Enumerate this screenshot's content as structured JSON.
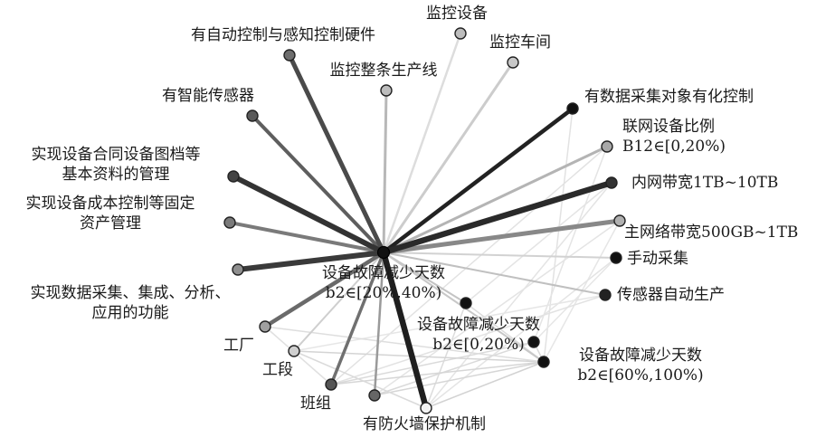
{
  "diagram": {
    "center": {
      "id": "c",
      "label": "",
      "fill": "#111111"
    },
    "nodes": [
      {
        "id": "n1",
        "label": [
          "监控设备"
        ],
        "fill": "#bdbdbd"
      },
      {
        "id": "n2",
        "label": [
          "有自动控制与感知控制硬件"
        ],
        "fill": "#6e6e6e"
      },
      {
        "id": "n3",
        "label": [
          "监控车间"
        ],
        "fill": "#c8c8c8"
      },
      {
        "id": "n4",
        "label": [
          "监控整条生产线"
        ],
        "fill": "#bdbdbd"
      },
      {
        "id": "n5",
        "label": [
          "有智能传感器"
        ],
        "fill": "#5a5a5a"
      },
      {
        "id": "n6",
        "label": [
          "有数据采集对象有化控制"
        ],
        "fill": "#111111"
      },
      {
        "id": "n7",
        "label": [
          "联网设备比例",
          "B12∈[0,20%)"
        ],
        "fill": "#a8a8a8"
      },
      {
        "id": "n8",
        "label": [
          "实现设备合同设备图档等",
          "基本资料的管理"
        ],
        "fill": "#444444"
      },
      {
        "id": "n9",
        "label": [
          "内网带宽1TB~10TB"
        ],
        "fill": "#333333"
      },
      {
        "id": "n10",
        "label": [
          "实现设备成本控制等固定",
          "资产管理"
        ],
        "fill": "#7a7a7a"
      },
      {
        "id": "n11",
        "label": [
          "主网络带宽500GB~1TB"
        ],
        "fill": "#b0b0b0"
      },
      {
        "id": "n12",
        "label": [
          "手动采集"
        ],
        "fill": "#111111"
      },
      {
        "id": "n13",
        "label": [
          "实现数据采集、集成、分析、",
          "应用的功能"
        ],
        "fill": "#8f8f8f"
      },
      {
        "id": "n14",
        "label": [
          "设备故障减少天数",
          "b2∈[20%,40%)"
        ],
        "fill": "#111111"
      },
      {
        "id": "n15",
        "label": [
          "传感器自动生产"
        ],
        "fill": "#222222"
      },
      {
        "id": "n16",
        "label": [
          "设备故障减少天数",
          "b2∈[0,20%)"
        ],
        "fill": "#111111"
      },
      {
        "id": "n17",
        "label": [
          "工厂"
        ],
        "fill": "#a0a0a0"
      },
      {
        "id": "n18",
        "label": [
          "设备故障减少天数",
          "b2∈[60%,100%)"
        ],
        "fill": "#111111"
      },
      {
        "id": "n19",
        "label": [
          "工段"
        ],
        "fill": "#cfcfcf"
      },
      {
        "id": "n20",
        "label": [
          "班组"
        ],
        "fill": "#555555"
      },
      {
        "id": "n21",
        "label": [
          ""
        ],
        "fill": "#666666"
      },
      {
        "id": "n22",
        "label": [
          "有防火墙保护机制"
        ],
        "fill": "#f2f2f2"
      }
    ],
    "edges": [
      {
        "from": "c",
        "to": "n1",
        "color": "#dddddd",
        "weight": 2.5
      },
      {
        "from": "c",
        "to": "n2",
        "color": "#4a4a4a",
        "weight": 5
      },
      {
        "from": "c",
        "to": "n3",
        "color": "#cccccc",
        "weight": 3
      },
      {
        "from": "c",
        "to": "n4",
        "color": "#b8b8b8",
        "weight": 3
      },
      {
        "from": "c",
        "to": "n5",
        "color": "#5e5e5e",
        "weight": 4
      },
      {
        "from": "c",
        "to": "n6",
        "color": "#222222",
        "weight": 4.5
      },
      {
        "from": "c",
        "to": "n7",
        "color": "#b4b4b4",
        "weight": 3
      },
      {
        "from": "c",
        "to": "n8",
        "color": "#333333",
        "weight": 6
      },
      {
        "from": "c",
        "to": "n9",
        "color": "#2a2a2a",
        "weight": 6.5
      },
      {
        "from": "c",
        "to": "n10",
        "color": "#7a7a7a",
        "weight": 4
      },
      {
        "from": "c",
        "to": "n11",
        "color": "#888888",
        "weight": 5
      },
      {
        "from": "c",
        "to": "n12",
        "color": "#d2d2d2",
        "weight": 2
      },
      {
        "from": "c",
        "to": "n13",
        "color": "#3a3a3a",
        "weight": 6
      },
      {
        "from": "c",
        "to": "n14",
        "color": "#c4c4c4",
        "weight": 2
      },
      {
        "from": "c",
        "to": "n15",
        "color": "#c0c0c0",
        "weight": 2
      },
      {
        "from": "c",
        "to": "n17",
        "color": "#6a6a6a",
        "weight": 4.5
      },
      {
        "from": "c",
        "to": "n18",
        "color": "#c8c8c8",
        "weight": 2
      },
      {
        "from": "c",
        "to": "n19",
        "color": "#cfcfcf",
        "weight": 2
      },
      {
        "from": "c",
        "to": "n20",
        "color": "#707070",
        "weight": 3.5
      },
      {
        "from": "c",
        "to": "n21",
        "color": "#9a9a9a",
        "weight": 2.5
      },
      {
        "from": "c",
        "to": "n22",
        "color": "#1f1f1f",
        "weight": 6.5
      },
      {
        "from": "n6",
        "to": "n18",
        "color": "#e2e2e2",
        "weight": 1.5
      },
      {
        "from": "n7",
        "to": "n20",
        "color": "#e2e2e2",
        "weight": 1.5
      },
      {
        "from": "n7",
        "to": "n16",
        "color": "#e4e4e4",
        "weight": 1.5
      },
      {
        "from": "n9",
        "to": "n22",
        "color": "#e4e4e4",
        "weight": 1.5
      },
      {
        "from": "n9",
        "to": "n14",
        "color": "#e4e4e4",
        "weight": 1.5
      },
      {
        "from": "n11",
        "to": "n21",
        "color": "#e4e4e4",
        "weight": 1.5
      },
      {
        "from": "n11",
        "to": "n18",
        "color": "#e6e6e6",
        "weight": 1.5
      },
      {
        "from": "n12",
        "to": "n22",
        "color": "#e4e4e4",
        "weight": 1.5
      },
      {
        "from": "n12",
        "to": "n16",
        "color": "#e6e6e6",
        "weight": 1.5
      },
      {
        "from": "n15",
        "to": "n20",
        "color": "#e2e2e2",
        "weight": 1.5
      },
      {
        "from": "n15",
        "to": "n19",
        "color": "#e6e6e6",
        "weight": 1.5
      },
      {
        "from": "n14",
        "to": "n18",
        "color": "#dcdcdc",
        "weight": 1.5
      },
      {
        "from": "n14",
        "to": "n22",
        "color": "#dcdcdc",
        "weight": 1.5
      },
      {
        "from": "n16",
        "to": "n18",
        "color": "#dadada",
        "weight": 1.5
      },
      {
        "from": "n16",
        "to": "n20",
        "color": "#dadada",
        "weight": 1.5
      },
      {
        "from": "n16",
        "to": "n21",
        "color": "#dadada",
        "weight": 1.5
      },
      {
        "from": "n19",
        "to": "n18",
        "color": "#d4d4d4",
        "weight": 1.5
      },
      {
        "from": "n17",
        "to": "n18",
        "color": "#dedede",
        "weight": 1.5
      },
      {
        "from": "n20",
        "to": "n18",
        "color": "#d6d6d6",
        "weight": 1.5
      },
      {
        "from": "n21",
        "to": "n18",
        "color": "#d6d6d6",
        "weight": 1.5
      },
      {
        "from": "n22",
        "to": "n18",
        "color": "#d2d2d2",
        "weight": 1.5
      },
      {
        "from": "n19",
        "to": "n22",
        "color": "#dadada",
        "weight": 1.5
      },
      {
        "from": "n17",
        "to": "n20",
        "color": "#e0e0e0",
        "weight": 1.5
      }
    ]
  }
}
